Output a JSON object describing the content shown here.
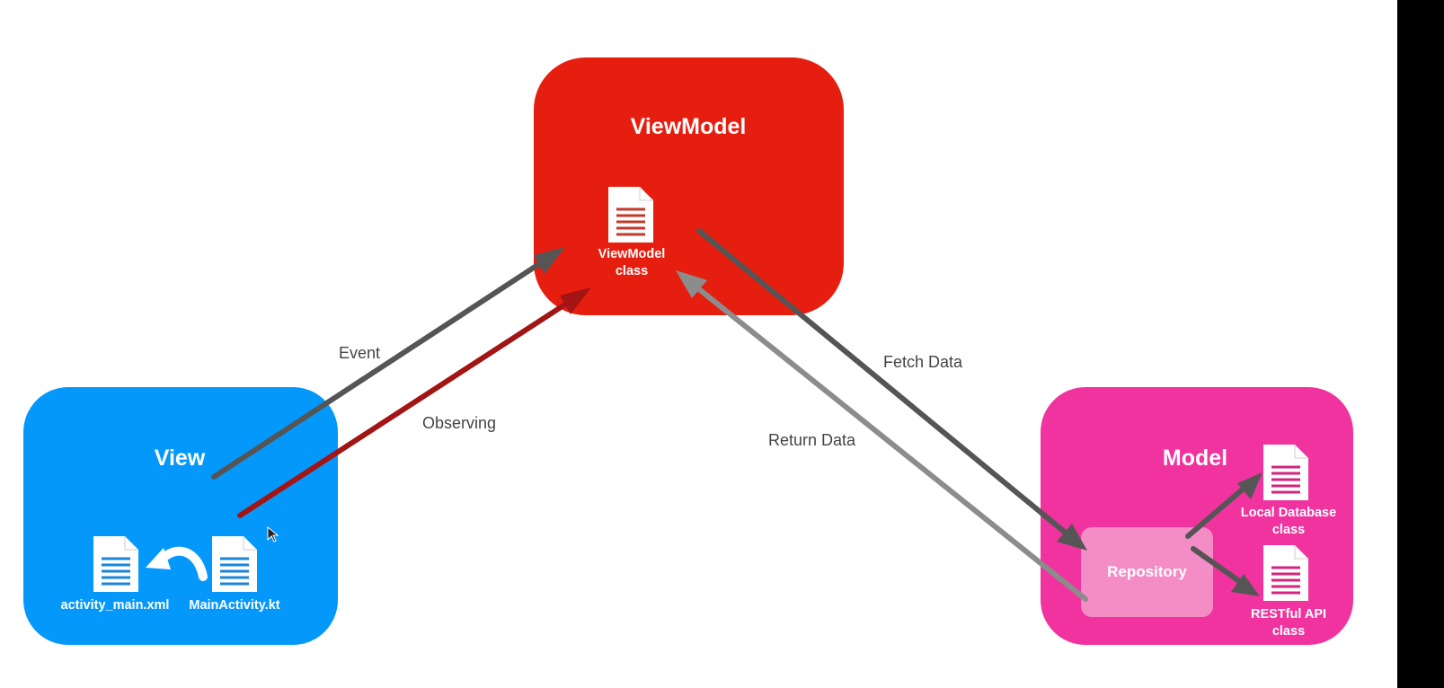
{
  "boxes": {
    "viewmodel": {
      "title": "ViewModel",
      "color": "#e61e10"
    },
    "view": {
      "title": "View",
      "color": "#0598fb"
    },
    "model": {
      "title": "Model",
      "color": "#f0339e"
    }
  },
  "files": {
    "viewmodel_class": "ViewModel\nclass",
    "activity_main": "activity_main.xml",
    "main_activity": "MainActivity.kt",
    "local_database": "Local Database\nclass",
    "restful_api": "RESTful API\nclass"
  },
  "repository": {
    "label": "Repository",
    "color": "#f48cc5"
  },
  "arrows": {
    "event": "Event",
    "observing": "Observing",
    "fetch_data": "Fetch Data",
    "return_data": "Return Data"
  },
  "colors": {
    "dark_arrow": "#555555",
    "observing_arrow": "#a31414",
    "light_arrow": "#8c8c8c",
    "viewmodel_doc_lines": "#c0392b",
    "view_doc_lines": "#1b86d8",
    "model_doc_lines": "#d4247f"
  },
  "icons": [
    "document-icon",
    "curved-arrow-icon",
    "cursor-icon"
  ]
}
